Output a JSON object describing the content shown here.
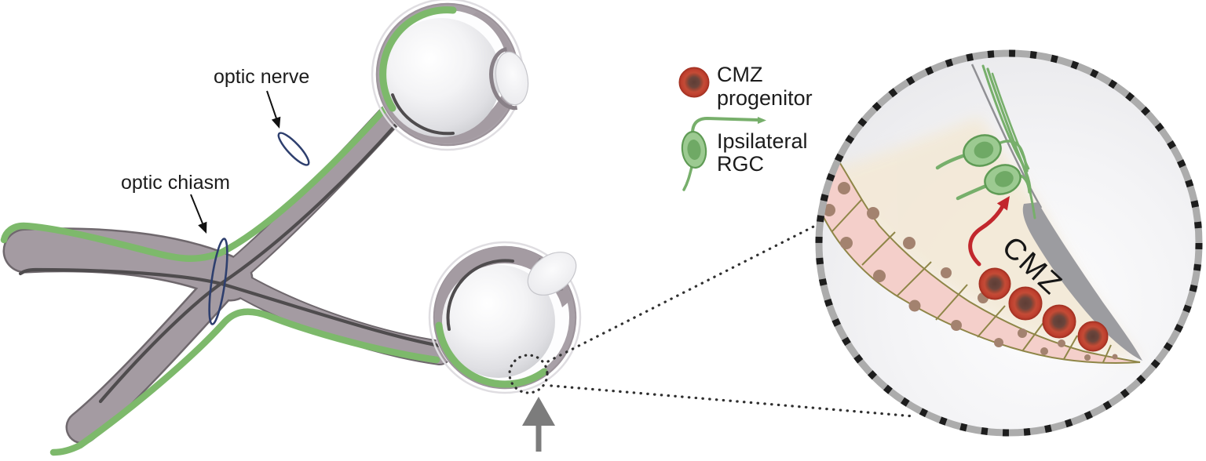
{
  "figure": {
    "type": "scientific-diagram",
    "subject": "ipsilateral RGC generation from CMZ progenitors at the retina margin",
    "anatomy_labels": {
      "optic_nerve": "optic nerve",
      "optic_chiasm": "optic chiasm"
    },
    "legend": {
      "items": [
        {
          "id": "cmz-progenitor",
          "lines": [
            "CMZ",
            "progenitor"
          ]
        },
        {
          "id": "ipsilateral-rgc",
          "lines": [
            "Ipsilateral",
            "RGC"
          ]
        }
      ]
    },
    "inset": {
      "label": "CMZ"
    },
    "colors": {
      "nerve_fill": "#a49ba2",
      "nerve_outline": "#6f686d",
      "axon_green": "#7db96b",
      "dark_fiber": "#4f4c4e",
      "cross_section_blue": "#2e3f6e",
      "label_black": "#1c1c1c",
      "progenitor_red": "#c0422f",
      "progenitor_core_brown": "#63413a",
      "neuron_fill_green": "#9cca91",
      "neuron_stroke_green": "#5f9b55",
      "epithelium_pink": "#f4cfca",
      "epithelium_border_olive": "#8f8648",
      "nucleus_brown": "#a3826f",
      "migration_arrow_red": "#c2272d",
      "pointer_gray": "#7c7c7c",
      "inset_ring_gray": "#acacac",
      "inset_dash_black": "#1d1d1d",
      "cream_bg": "#f3e9d7"
    }
  }
}
